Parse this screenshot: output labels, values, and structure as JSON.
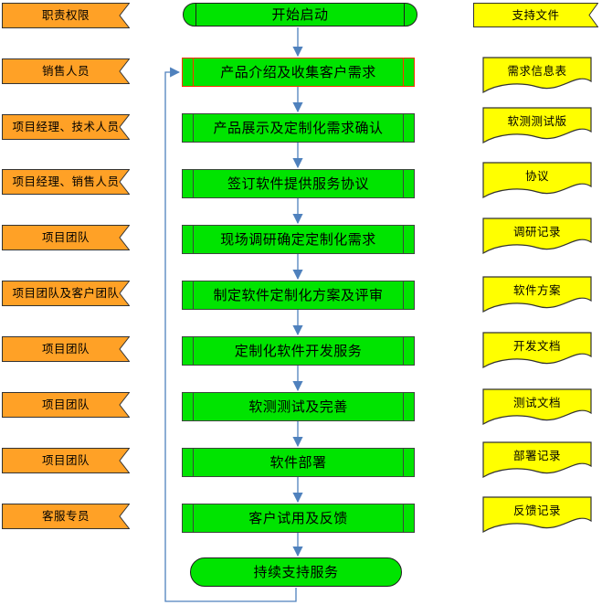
{
  "left_column": {
    "header": "职责权限",
    "items": [
      "销售人员",
      "项目经理、技术人员",
      "项目经理、销售人员",
      "项目团队",
      "项目团队及客户团队",
      "项目团队",
      "项目团队",
      "项目团队",
      "客服专员"
    ]
  },
  "center_column": {
    "start": "开始启动",
    "steps": [
      "产品介绍及收集客户需求",
      "产品展示及定制化需求确认",
      "签订软件提供服务协议",
      "现场调研确定定制化需求",
      "制定软件定制化方案及评审",
      "定制化软件开发服务",
      "软测测试及完善",
      "软件部署",
      "客户试用及反馈"
    ],
    "end": "持续支持服务",
    "highlighted_step": "产品介绍及收集客户需求"
  },
  "right_column": {
    "header": "支持文件",
    "items": [
      "需求信息表",
      "软测测试版",
      "协议",
      "调研记录",
      "软件方案",
      "开发文档",
      "测试文档",
      "部署记录",
      "反馈记录"
    ]
  },
  "flow_edges": [
    "开始启动 -> 产品介绍及收集客户需求",
    "产品介绍及收集客户需求 -> 产品展示及定制化需求确认",
    "产品展示及定制化需求确认 -> 签订软件提供服务协议",
    "签订软件提供服务协议 -> 现场调研确定定制化需求",
    "现场调研确定定制化需求 -> 制定软件定制化方案及评审",
    "制定软件定制化方案及评审 -> 定制化软件开发服务",
    "定制化软件开发服务 -> 软测测试及完善",
    "软测测试及完善 -> 软件部署",
    "软件部署 -> 客户试用及反馈",
    "客户试用及反馈 -> 持续支持服务",
    "持续支持服务 -> 产品介绍及收集客户需求 (反馈循环)"
  ],
  "colors": {
    "role_banner_fill": "#ffa126",
    "process_fill": "#00e400",
    "document_fill": "#ffff00",
    "highlight_border": "#ff3300",
    "connector_blue": "#4f81bd",
    "shape_outline": "#333333"
  }
}
